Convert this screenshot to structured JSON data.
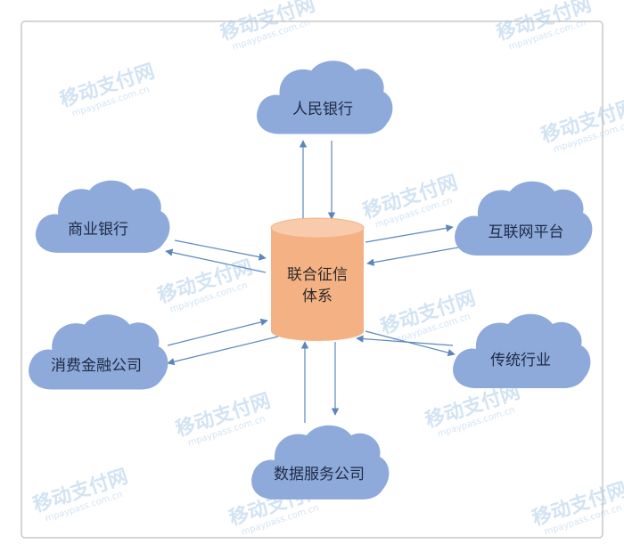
{
  "center": {
    "line1": "联合征信",
    "line2": "体系",
    "fill": "#f4b183"
  },
  "nodes": [
    {
      "id": "pbc",
      "label": "人民银行"
    },
    {
      "id": "commercial-bank",
      "label": "商业银行"
    },
    {
      "id": "internet-platform",
      "label": "互联网平台"
    },
    {
      "id": "consumer-finance",
      "label": "消费金融公司"
    },
    {
      "id": "traditional-industry",
      "label": "传统行业"
    },
    {
      "id": "data-service",
      "label": "数据服务公司"
    }
  ],
  "watermark": {
    "cn": "移动支付网",
    "en": "mpaypass.com.cn"
  },
  "colors": {
    "cloud": "#8eaadb",
    "arrow": "#5b87bd",
    "cylinder": "#f4b183"
  }
}
